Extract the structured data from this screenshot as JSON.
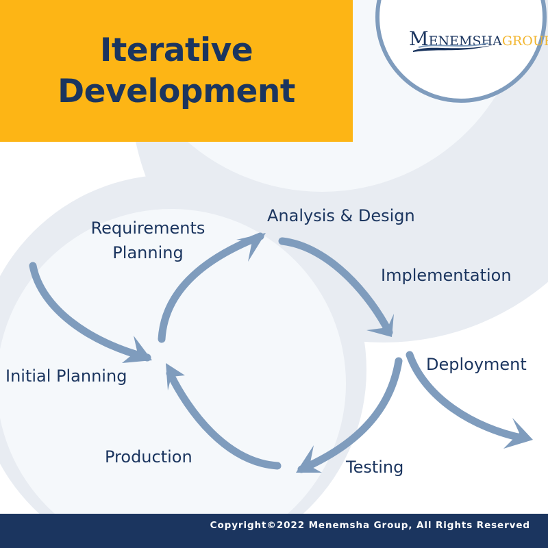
{
  "header": {
    "title_line1": "Iterative",
    "title_line2": "Development"
  },
  "logo": {
    "initial": "M",
    "name_part1": "ENEMSHA",
    "name_part2": "GROUP"
  },
  "diagram": {
    "stages": [
      {
        "id": "initial-planning",
        "label": "Initial Planning"
      },
      {
        "id": "requirements-planning",
        "label_line1": "Requirements",
        "label_line2": "Planning"
      },
      {
        "id": "analysis-design",
        "label": "Analysis & Design"
      },
      {
        "id": "implementation",
        "label": "Implementation"
      },
      {
        "id": "deployment",
        "label": "Deployment"
      },
      {
        "id": "testing",
        "label": "Testing"
      },
      {
        "id": "production",
        "label": "Production"
      }
    ]
  },
  "footer": {
    "copyright": "Copyright©2022 Menemsha Group, All Rights Reserved"
  },
  "colors": {
    "title_bg": "#FDB515",
    "navy": "#1B355F",
    "arrow": "#7F9CBD",
    "bg_light": "#F5F8FB",
    "bg_mid": "#E8ECF2",
    "logo_gold": "#F2B630"
  }
}
